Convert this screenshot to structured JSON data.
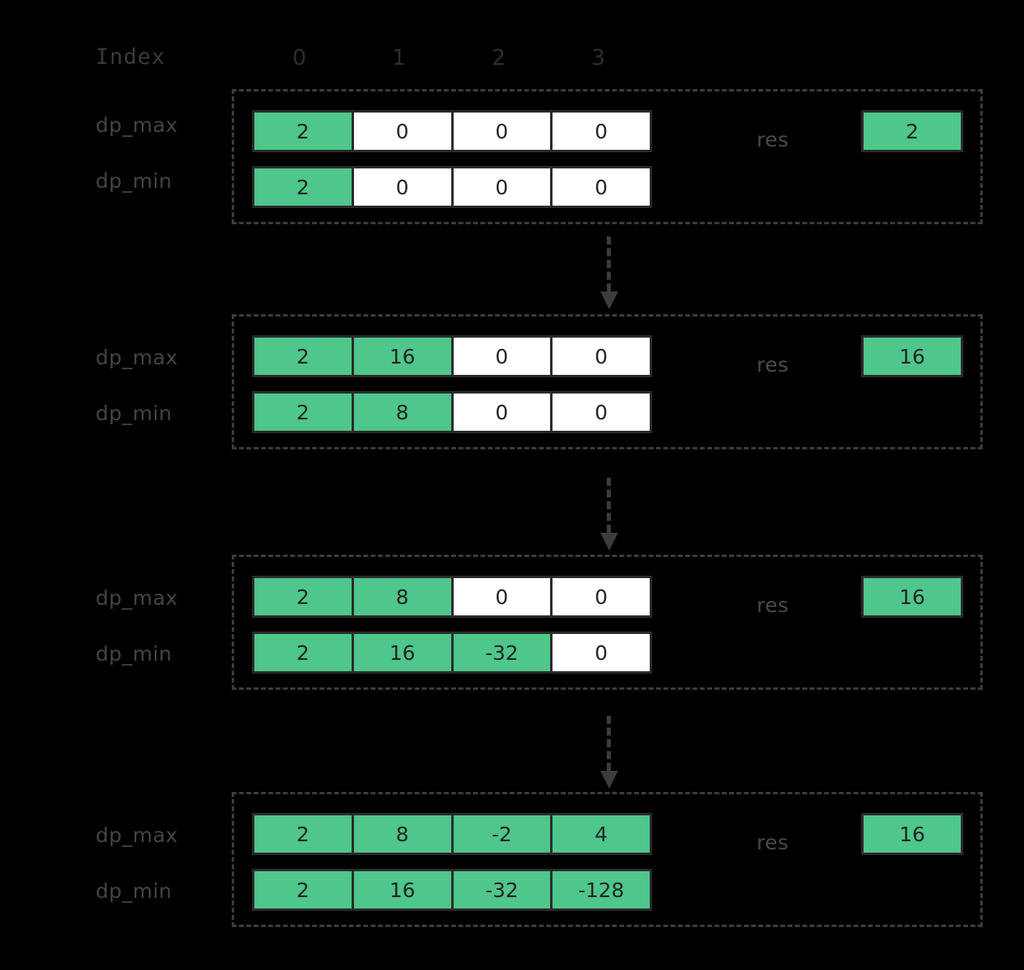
{
  "header": {
    "index_label": "Index",
    "columns": [
      "0",
      "1",
      "2",
      "3"
    ]
  },
  "row_names": {
    "max": "dp_max",
    "min": "dp_min"
  },
  "res_label": "res",
  "colors": {
    "background": "#000000",
    "filled_cell": "#4ec68c",
    "empty_cell": "#ffffff",
    "border": "#2b2b2b",
    "dashed_border": "#3c3c3c",
    "text": "#242424",
    "label_text": "#444444"
  },
  "steps": [
    {
      "dp_max": {
        "values": [
          "2",
          "0",
          "0",
          "0"
        ],
        "filled": [
          true,
          false,
          false,
          false
        ]
      },
      "dp_min": {
        "values": [
          "2",
          "0",
          "0",
          "0"
        ],
        "filled": [
          true,
          false,
          false,
          false
        ]
      },
      "res": "2"
    },
    {
      "dp_max": {
        "values": [
          "2",
          "16",
          "0",
          "0"
        ],
        "filled": [
          true,
          true,
          false,
          false
        ]
      },
      "dp_min": {
        "values": [
          "2",
          "8",
          "0",
          "0"
        ],
        "filled": [
          true,
          true,
          false,
          false
        ]
      },
      "res": "16"
    },
    {
      "dp_max": {
        "values": [
          "2",
          "8",
          "0",
          "0"
        ],
        "filled": [
          true,
          true,
          false,
          false
        ]
      },
      "dp_min": {
        "values": [
          "2",
          "16",
          "-32",
          "0"
        ],
        "filled": [
          true,
          true,
          true,
          false
        ]
      },
      "res": "16"
    },
    {
      "dp_max": {
        "values": [
          "2",
          "8",
          "-2",
          "4"
        ],
        "filled": [
          true,
          true,
          true,
          true
        ]
      },
      "dp_min": {
        "values": [
          "2",
          "16",
          "-32",
          "-128"
        ],
        "filled": [
          true,
          true,
          true,
          true
        ]
      },
      "res": "16"
    }
  ]
}
